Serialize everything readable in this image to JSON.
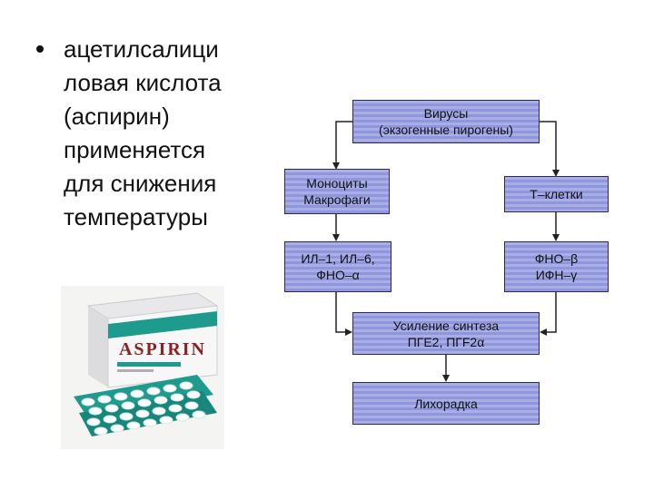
{
  "bullet": {
    "lines": [
      "ацетилсалици",
      "ловая кислота",
      "(аспирин)",
      "применяется",
      "для  снижения",
      "температуры"
    ]
  },
  "photo": {
    "brand": "ASPIRIN"
  },
  "diagram": {
    "viruses": {
      "line1": "Вирусы",
      "line2": "(экзогенные пирогены)"
    },
    "monocytes": {
      "line1": "Моноциты",
      "line2": "Макрофаги"
    },
    "tcells": {
      "line1": "Т–клетки"
    },
    "il": {
      "line1": "ИЛ–1, ИЛ–6,",
      "line2": "ФНО–α"
    },
    "tnf": {
      "line1": "ФНО–β",
      "line2": "ИФН–γ"
    },
    "synthesis": {
      "line1": "Усиление синтеза",
      "line2": "ПГЕ2, ПГF2α"
    },
    "fever": {
      "line1": "Лихорадка"
    }
  },
  "colors": {
    "box_fill_light": "#a9aee6",
    "box_fill_dark": "#8f96dc",
    "box_border": "#2b2b5a",
    "pill_teal": "#1f9b8e"
  }
}
